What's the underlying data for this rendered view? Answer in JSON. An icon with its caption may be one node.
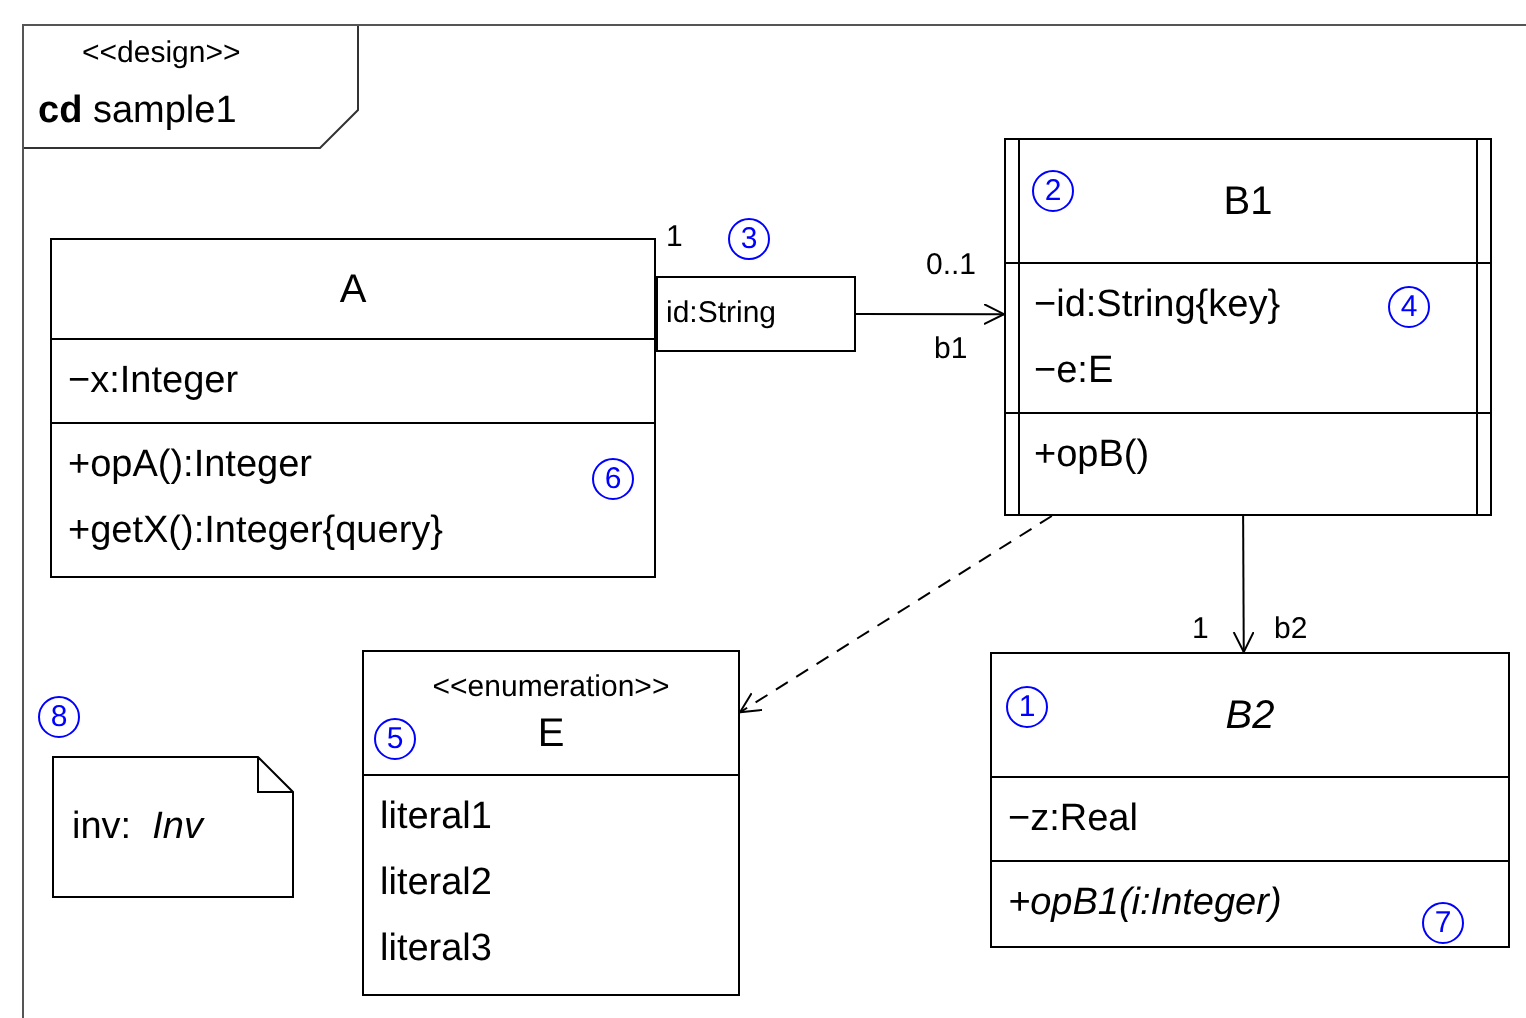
{
  "diagram": {
    "nodes": [
      {
        "text": [
          "<<design>>",
          "**cd** sample1"
        ]
      },
      {
        "text": [
          "A",
          "−x:Integer",
          "+opA():Integer",
          "+getX():Integer{query}"
        ],
        "in": 0
      },
      {
        "text": [
          "id:String"
        ],
        "in": 0
      },
      {
        "text": [
          "B1",
          "−id:String{key}",
          "−e:E",
          "+opB()"
        ],
        "in": 0
      },
      {
        "text": [
          "<<enumeration>>",
          "E",
          "literal1",
          "literal2",
          "literal3"
        ],
        "in": 0
      },
      {
        "text": [
          "B2",
          "−z:Real",
          "+opB1(i:Integer)"
        ],
        "in": 0
      },
      {
        "text": [
          "inv:  *Inv*"
        ],
        "in": 0
      }
    ],
    "edges": [
      {
        "from": 2,
        "to": 3,
        "arrow": "to"
      },
      {
        "from": 3,
        "to": 5,
        "arrow": "to"
      },
      {
        "from": 3,
        "to": 4,
        "arrow": "to",
        "style": "dashed"
      }
    ],
    "labels": [
      "2",
      "1",
      "3",
      "0..1",
      "4",
      "b1",
      "6",
      "1",
      "b2",
      "8",
      "1",
      "5",
      "7"
    ]
  }
}
